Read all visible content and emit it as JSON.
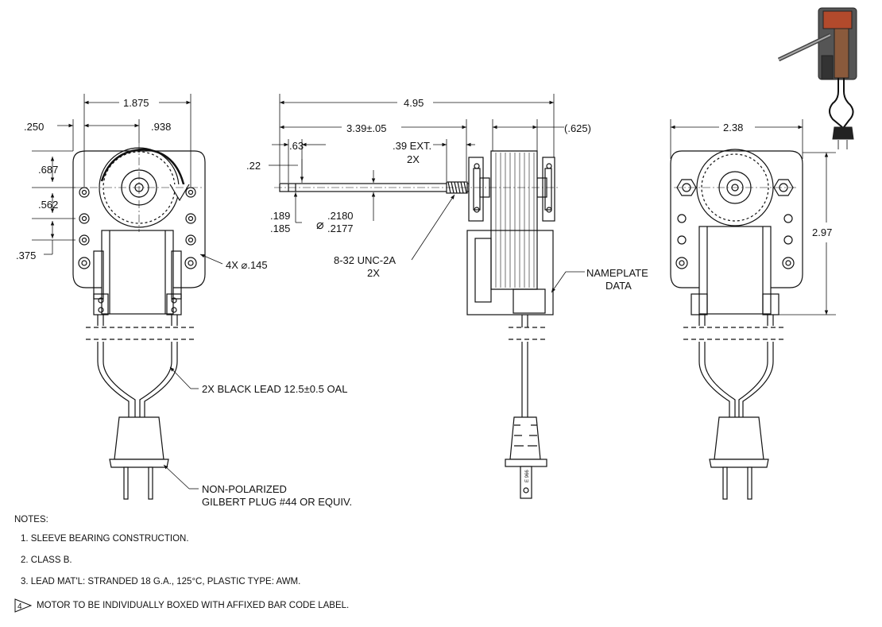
{
  "dimensions": {
    "d1875": "1.875",
    "d250": ".250",
    "d938": ".938",
    "d687": ".687",
    "d562": ".562",
    "d375": ".375",
    "hole": "4X ⌀.145",
    "d495": "4.95",
    "d339": "3.39±.05",
    "d625": "(.625)",
    "d63": ".63",
    "d39": ".39 EXT.",
    "d39b": "2X",
    "d22": ".22",
    "d189": ".189",
    "d185": ".185",
    "dia_sym": "⌀",
    "d2180": ".2180",
    "d2177": ".2177",
    "thread": "8-32 UNC-2A",
    "thread2": "2X",
    "d238": "2.38",
    "d297": "2.97"
  },
  "callouts": {
    "nameplate1": "NAMEPLATE",
    "nameplate2": "DATA",
    "lead": "2X BLACK LEAD 12.5±0.5 OAL",
    "plug1": "NON-POLARIZED",
    "plug2": "GILBERT PLUG #44 OR EQUIV.",
    "plug_mark": "E 966"
  },
  "notes": {
    "header": "NOTES:",
    "n1": "1. SLEEVE BEARING CONSTRUCTION.",
    "n2": "2. CLASS B.",
    "n3": "3. LEAD MAT'L: STRANDED 18 G.A., 125°C, PLASTIC TYPE: AWM.",
    "n4_flag": "4",
    "n4": "MOTOR TO BE INDIVIDUALLY BOXED WITH AFFIXED BAR CODE LABEL."
  }
}
